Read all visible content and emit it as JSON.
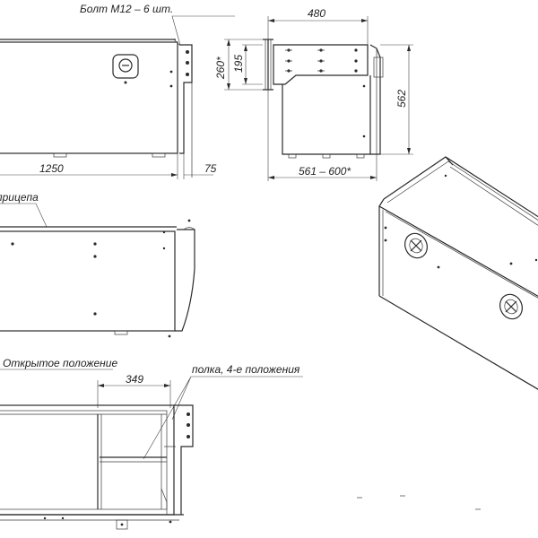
{
  "labels": {
    "bolt": "Болт М12 – 6 шт.",
    "trailer": "прицепа",
    "open_position": "Открытое положение",
    "shelf": "полка, 4-е положения"
  },
  "dimensions": {
    "width_1250": "1250",
    "depth_75": "75",
    "top_480": "480",
    "h_260": "260*",
    "h_195": "195",
    "h_562": "562",
    "bottom_561_600": "561 – 600*",
    "shelf_349": "349"
  }
}
